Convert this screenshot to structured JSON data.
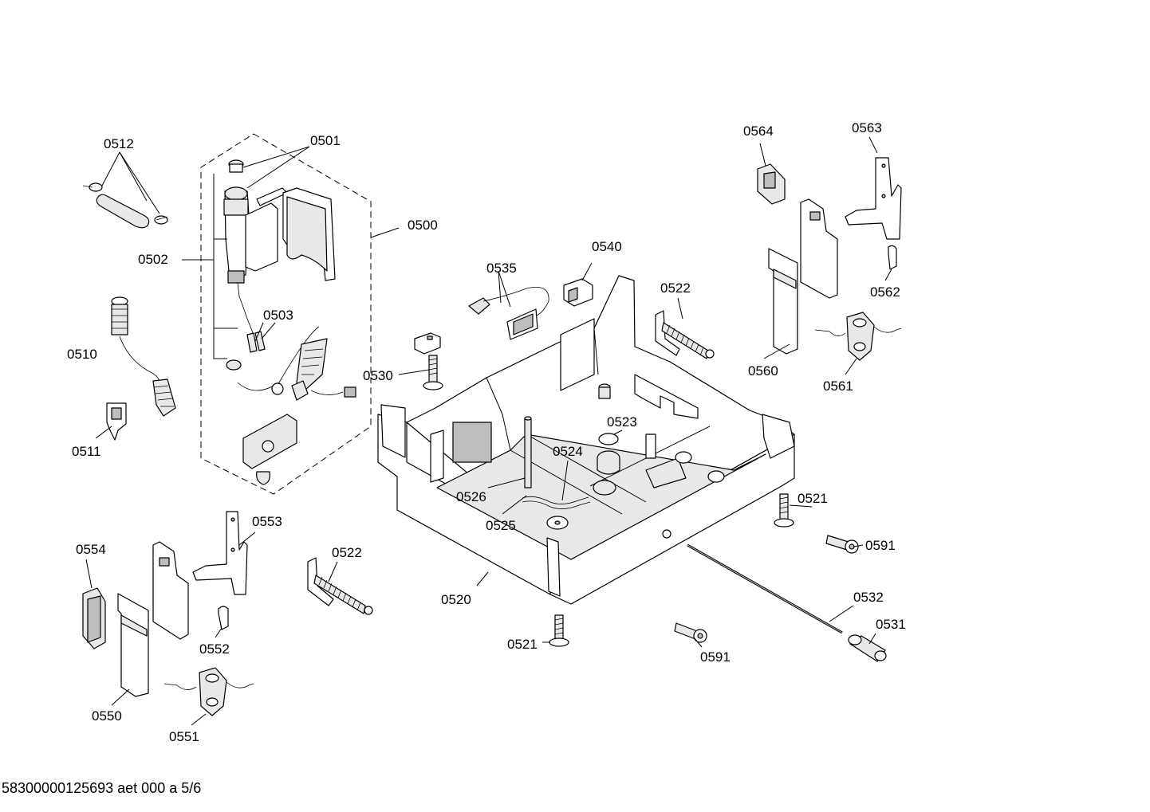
{
  "labels": {
    "p0500": "0500",
    "p0501": "0501",
    "p0502": "0502",
    "p0503": "0503",
    "p0510": "0510",
    "p0511": "0511",
    "p0512": "0512",
    "p0520": "0520",
    "p0521a": "0521",
    "p0521b": "0521",
    "p0522a": "0522",
    "p0522b": "0522",
    "p0523": "0523",
    "p0524": "0524",
    "p0525": "0525",
    "p0526": "0526",
    "p0530": "0530",
    "p0531": "0531",
    "p0532": "0532",
    "p0535": "0535",
    "p0540": "0540",
    "p0550": "0550",
    "p0551": "0551",
    "p0552": "0552",
    "p0553": "0553",
    "p0554": "0554",
    "p0560": "0560",
    "p0561": "0561",
    "p0562": "0562",
    "p0563": "0563",
    "p0564": "0564",
    "p0591a": "0591",
    "p0591b": "0591"
  },
  "footer": "58300000125693 aet 000 a 5/6"
}
